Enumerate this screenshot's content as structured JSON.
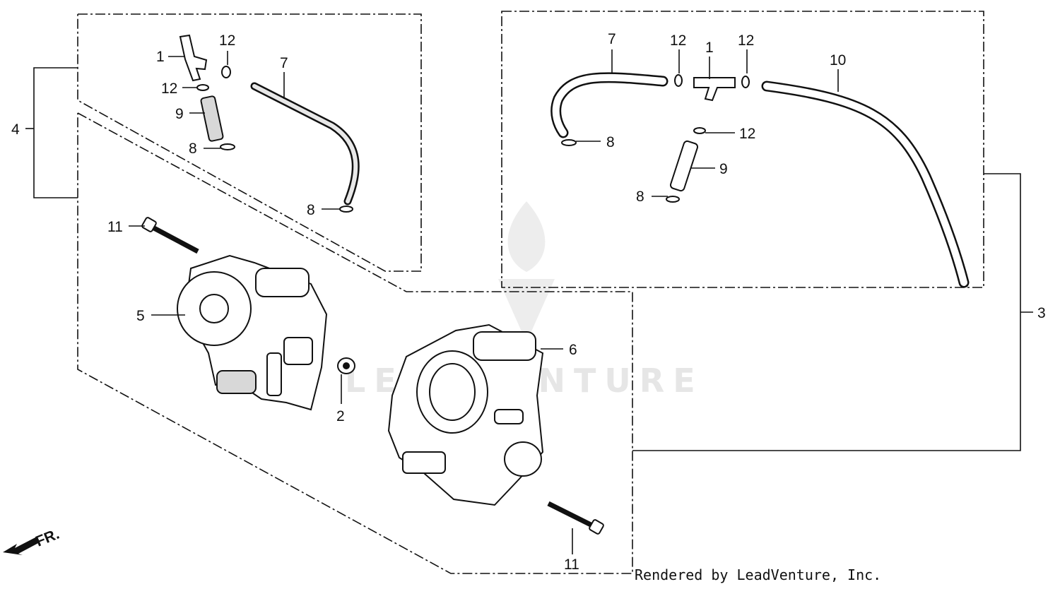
{
  "diagram": {
    "callouts": {
      "left_1": "1",
      "left_12a": "12",
      "left_12b": "12",
      "left_9": "9",
      "left_8a": "8",
      "left_7": "7",
      "left_8b": "8",
      "left_4": "4",
      "right_7": "7",
      "right_12a": "12",
      "right_1": "1",
      "right_12b": "12",
      "right_10": "10",
      "right_8a": "8",
      "right_12c": "12",
      "right_9": "9",
      "right_8b": "8",
      "right_3": "3",
      "main_11a": "11",
      "main_5": "5",
      "main_2": "2",
      "main_6": "6",
      "main_11b": "11"
    },
    "direction_arrow": "FR.",
    "watermark": "LEADVENTURE",
    "credit": "Rendered by LeadVenture, Inc."
  }
}
